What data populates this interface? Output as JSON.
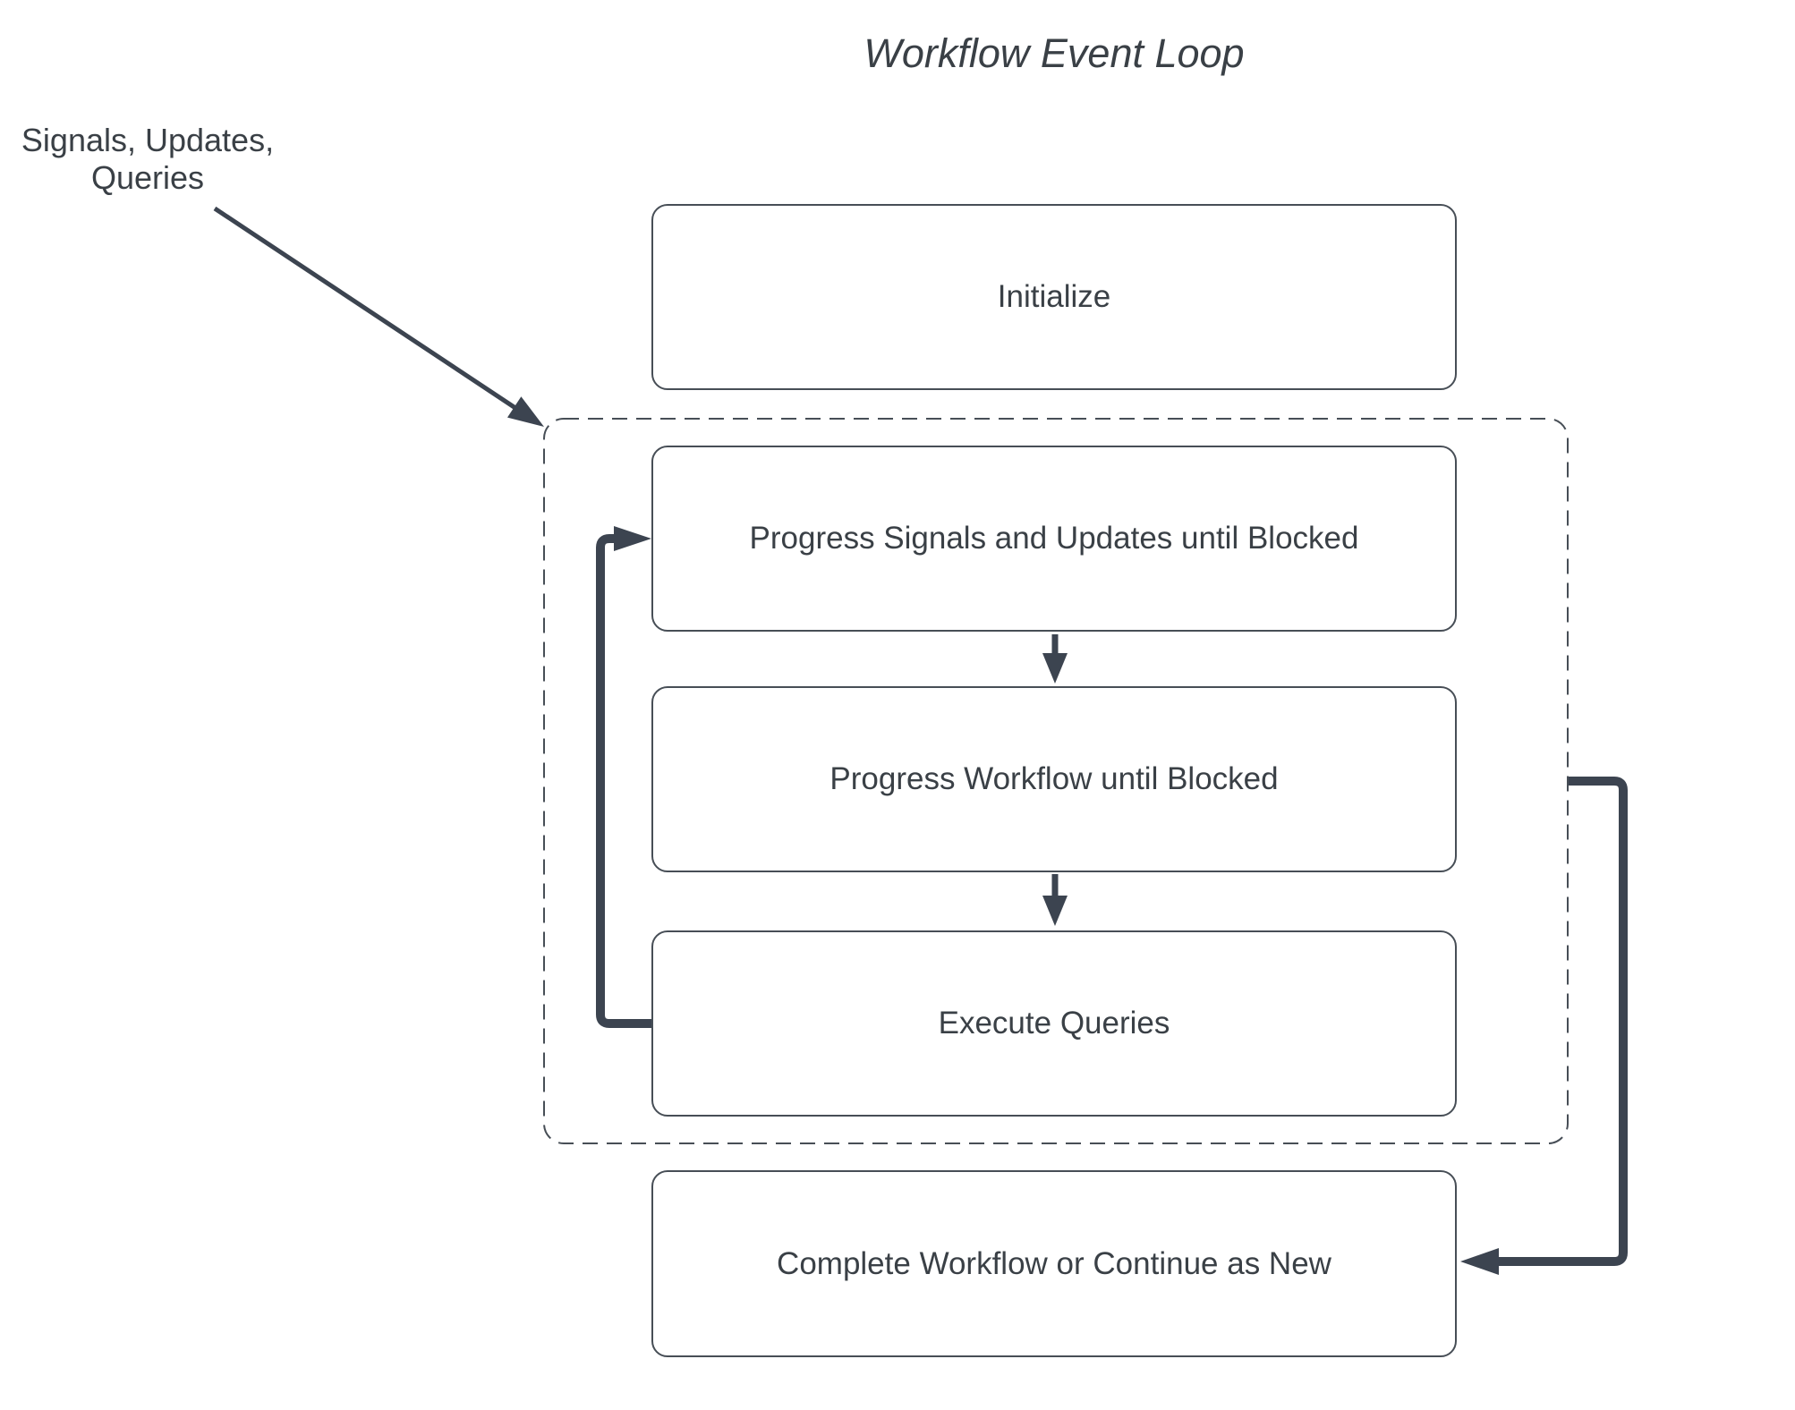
{
  "diagram": {
    "title": "Workflow Event Loop",
    "input_label": "Signals, Updates,\nQueries",
    "nodes": {
      "initialize": {
        "label": "Initialize"
      },
      "progress_signals": {
        "label": "Progress Signals and Updates until Blocked"
      },
      "progress_workflow": {
        "label": "Progress Workflow until Blocked"
      },
      "execute_queries": {
        "label": "Execute Queries"
      },
      "complete_workflow": {
        "label": "Complete Workflow or Continue as New"
      }
    },
    "colors": {
      "line": "#3c4450",
      "border": "#474e56",
      "text": "#3a4046",
      "background": "#ffffff"
    }
  }
}
